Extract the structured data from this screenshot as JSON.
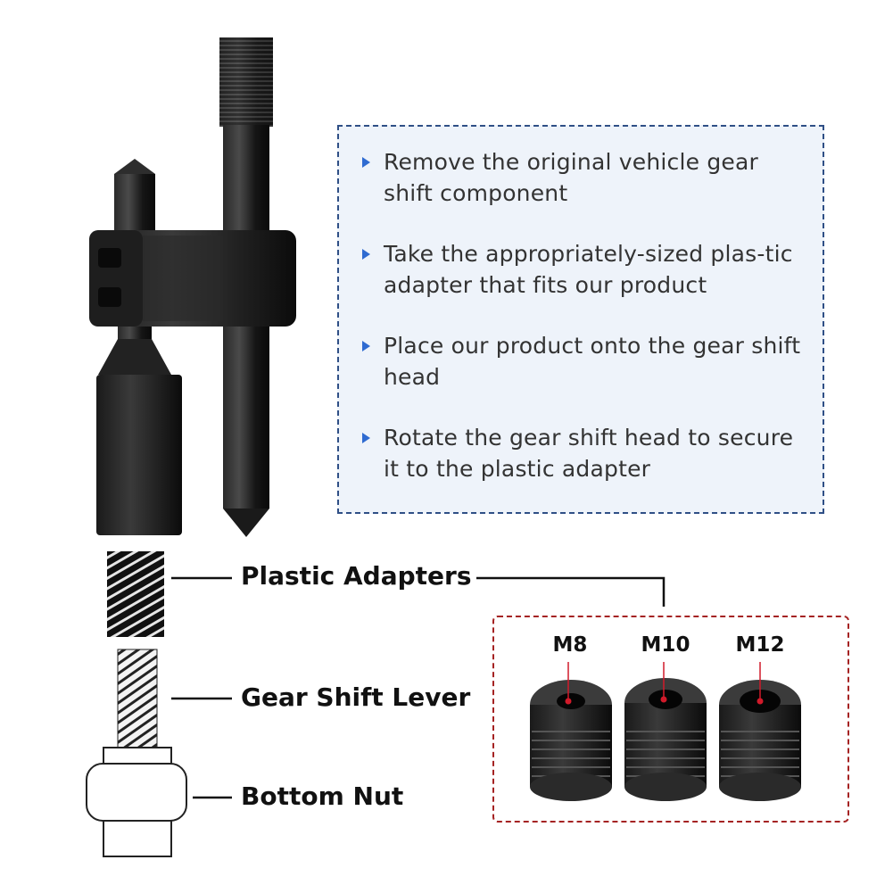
{
  "steps": [
    "Remove the original vehicle gear shift component",
    "Take the appropriately-sized plas-tic adapter that fits our product",
    "Place our product onto the gear shift head",
    "Rotate the gear shift head to secure it to the plastic adapter"
  ],
  "labels": {
    "plastic_adapters": "Plastic Adapters",
    "gear_shift_lever": "Gear Shift Lever",
    "bottom_nut": "Bottom Nut"
  },
  "sizes": [
    "M8",
    "M10",
    "M12"
  ],
  "colors": {
    "box_border": "#2f4f86",
    "box_bg": "#eef3fa",
    "bullet": "#2f6bd1",
    "size_border": "#a52323",
    "size_dot": "#d11a2a"
  }
}
